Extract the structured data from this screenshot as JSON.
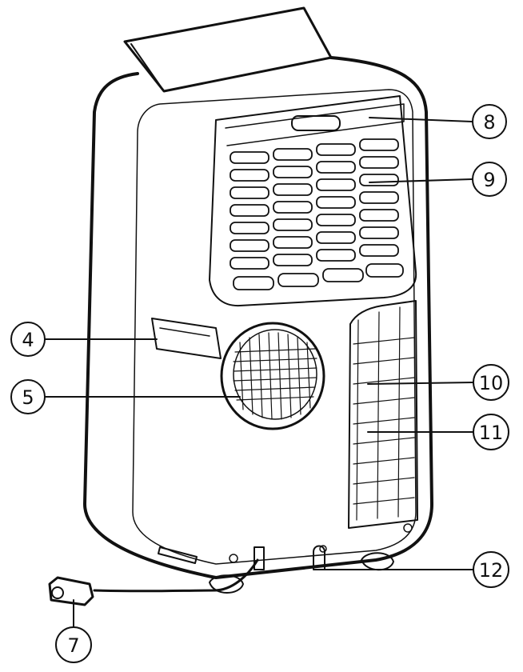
{
  "diagram": {
    "callouts": [
      {
        "id": "4",
        "label": "4"
      },
      {
        "id": "5",
        "label": "5"
      },
      {
        "id": "7",
        "label": "7"
      },
      {
        "id": "8",
        "label": "8"
      },
      {
        "id": "9",
        "label": "9"
      },
      {
        "id": "10",
        "label": "10"
      },
      {
        "id": "11",
        "label": "11"
      },
      {
        "id": "12",
        "label": "12"
      }
    ]
  },
  "colors": {
    "stroke": "#111111",
    "background": "#ffffff"
  }
}
